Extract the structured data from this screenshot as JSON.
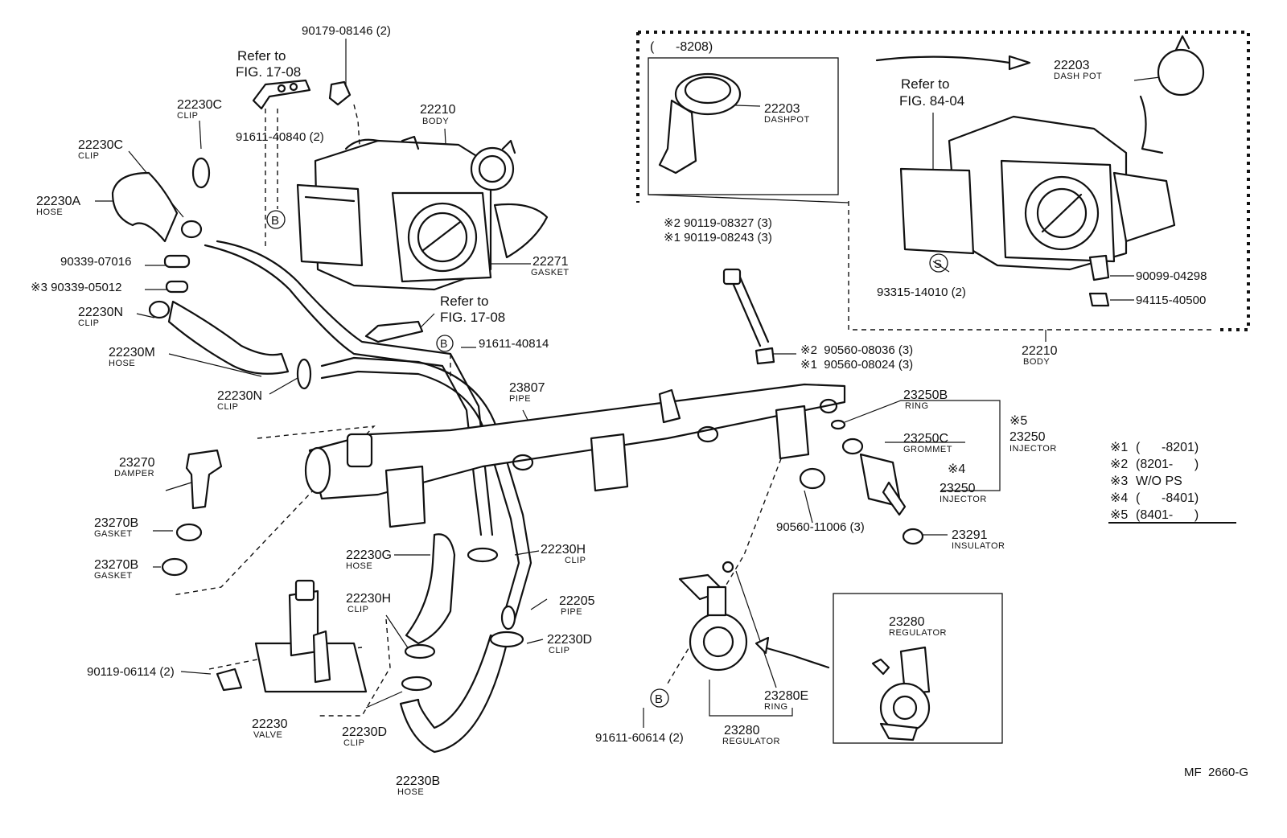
{
  "callouts": {
    "p90179_08146": "90179-08146 (2)",
    "refer_to_1": "Refer to",
    "fig_17_08_a": "FIG. 17-08",
    "p22230c_a": "22230C",
    "clip_a": "CLIP",
    "p91611_40840": "91611-40840 (2)",
    "p22210_a": "22210",
    "body_a": "BODY",
    "p22230c_b": "22230C",
    "clip_b": "CLIP",
    "p22230a": "22230A",
    "hose_a": "HOSE",
    "p22271": "22271",
    "gasket_a": "GASKET",
    "p90339_07016": "90339-07016",
    "p90339_05012": "※3 90339-05012",
    "p22230n_a": "22230N",
    "clip_c": "CLIP",
    "refer_to_2": "Refer to",
    "fig_17_08_b": "FIG. 17-08",
    "p91611_40814": "91611-40814",
    "p22230m": "22230M",
    "hose_b": "HOSE",
    "p22230n_b": "22230N",
    "clip_d": "CLIP",
    "p23807": "23807",
    "pipe_a": "PIPE",
    "p23270": "23270",
    "damper": "DAMPER",
    "p23270b_a": "23270B",
    "gasket_b": "GASKET",
    "p23270b_b": "23270B",
    "gasket_c": "GASKET",
    "p22230g": "22230G",
    "hose_c": "HOSE",
    "p22230h_a": "22230H",
    "clip_e": "CLIP",
    "p22230h_b": "22230H",
    "clip_f": "CLIP",
    "p22205": "22205",
    "pipe_b": "PIPE",
    "p22230d_a": "22230D",
    "clip_g": "CLIP",
    "p90119_06114": "90119-06114 (2)",
    "p22230": "22230",
    "valve": "VALVE",
    "p22230d_b": "22230D",
    "clip_h": "CLIP",
    "p22230b": "22230B",
    "hose_d": "HOSE",
    "p91611_60614": "91611-60614 (2)",
    "p23280_a": "23280",
    "regulator_a": "REGULATOR",
    "p23280e": "23280E",
    "ring_a": "RING",
    "p23280_b": "23280",
    "regulator_b": "REGULATOR",
    "p8208": "(      -8208)",
    "p22203_a": "22203",
    "dashpot_a": "DASHPOT",
    "refer_to_3": "Refer to",
    "fig_84_04": "FIG. 84-04",
    "p22203_b": "22203",
    "dashpot_b": "DASH POT",
    "p90119_08327": "※2 90119-08327 (3)",
    "p90119_08243": "※1 90119-08243 (3)",
    "p93315_14010": "93315-14010 (2)",
    "p90099_04298": "90099-04298",
    "p94115_40500": "94115-40500",
    "p90560_08036": "※2  90560-08036 (3)",
    "p90560_08024": "※1  90560-08024 (3)",
    "p22210_b": "22210",
    "body_b": "BODY",
    "p23250b": "23250B",
    "ring_b": "RING",
    "note5": "※5",
    "p23250c": "23250C",
    "grommet": "GROMMET",
    "p23250_a": "23250",
    "injector_a": "INJECTOR",
    "note4": "※4",
    "p23250_b": "23250",
    "injector_b": "INJECTOR",
    "p90560_11006": "90560-11006 (3)",
    "p23291": "23291",
    "insulator": "INSULATOR",
    "circle_b_1": "B",
    "circle_b_2": "B",
    "circle_b_3": "B",
    "circle_s": "S",
    "code": "MF  2660-G"
  },
  "legend": [
    {
      "mark": "※1",
      "text": "(      -8201)"
    },
    {
      "mark": "※2",
      "text": "(8201-      )"
    },
    {
      "mark": "※3",
      "text": "W/O PS"
    },
    {
      "mark": "※4",
      "text": "(      -8401)"
    },
    {
      "mark": "※5",
      "text": "(8401-      )"
    }
  ]
}
